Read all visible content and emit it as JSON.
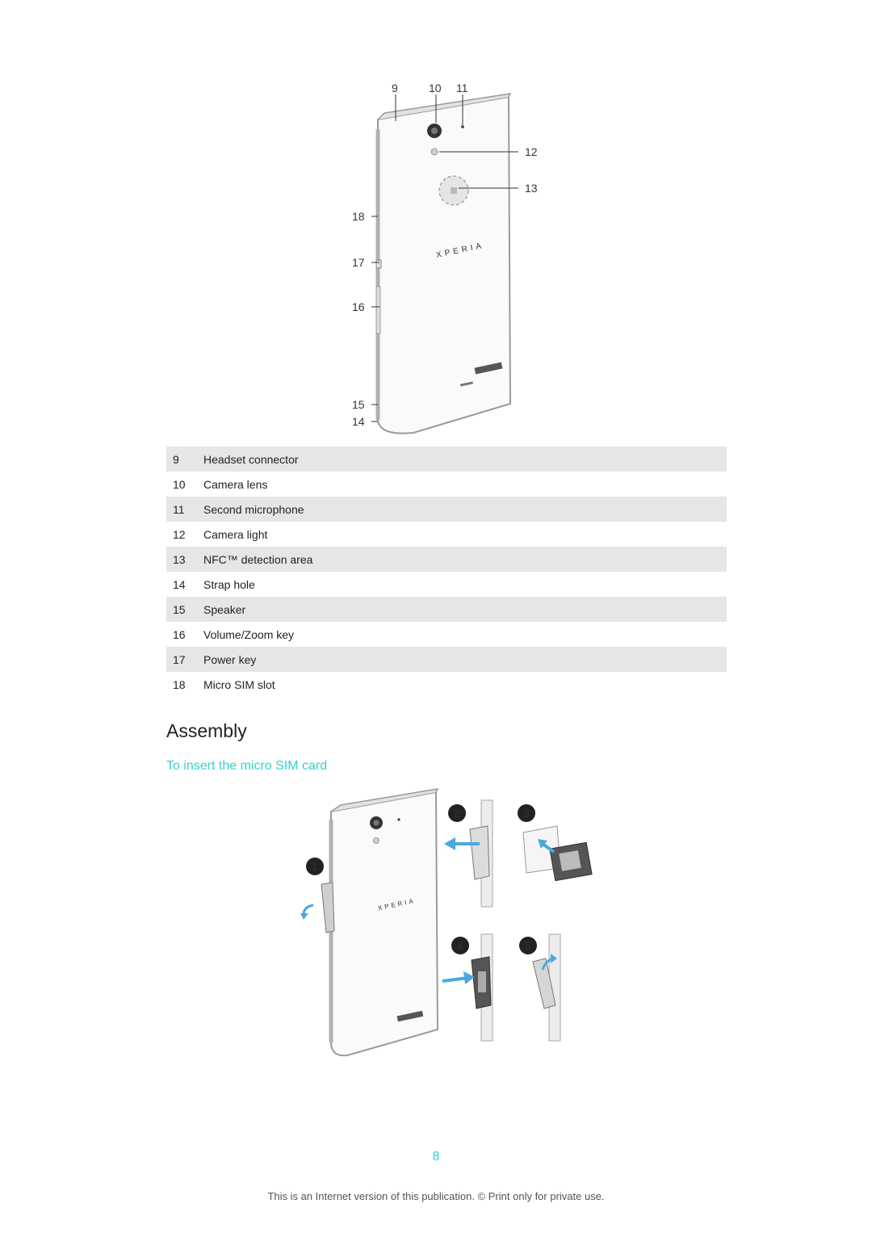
{
  "figure_back": {
    "callouts": [
      "9",
      "10",
      "11",
      "12",
      "13",
      "14",
      "15",
      "16",
      "17",
      "18"
    ],
    "brand_text": "XPERIA"
  },
  "parts": [
    {
      "num": "9",
      "label": "Headset connector"
    },
    {
      "num": "10",
      "label": "Camera lens"
    },
    {
      "num": "11",
      "label": "Second microphone"
    },
    {
      "num": "12",
      "label": "Camera light"
    },
    {
      "num": "13",
      "label": "NFC™ detection area"
    },
    {
      "num": "14",
      "label": "Strap hole"
    },
    {
      "num": "15",
      "label": "Speaker"
    },
    {
      "num": "16",
      "label": "Volume/Zoom key"
    },
    {
      "num": "17",
      "label": "Power key"
    },
    {
      "num": "18",
      "label": "Micro SIM slot"
    }
  ],
  "section_title": "Assembly",
  "subsection_title": "To insert the micro SIM card",
  "figure_sim": {
    "steps": [
      "1",
      "2",
      "3",
      "4",
      "5"
    ],
    "brand_text": "XPERIA"
  },
  "page_number": "8",
  "footer": "This is an Internet version of this publication. © Print only for private use.",
  "colors": {
    "accent": "#2fd4d1",
    "row_shade": "#e6e6e6",
    "arrow": "#4aa8e0"
  }
}
